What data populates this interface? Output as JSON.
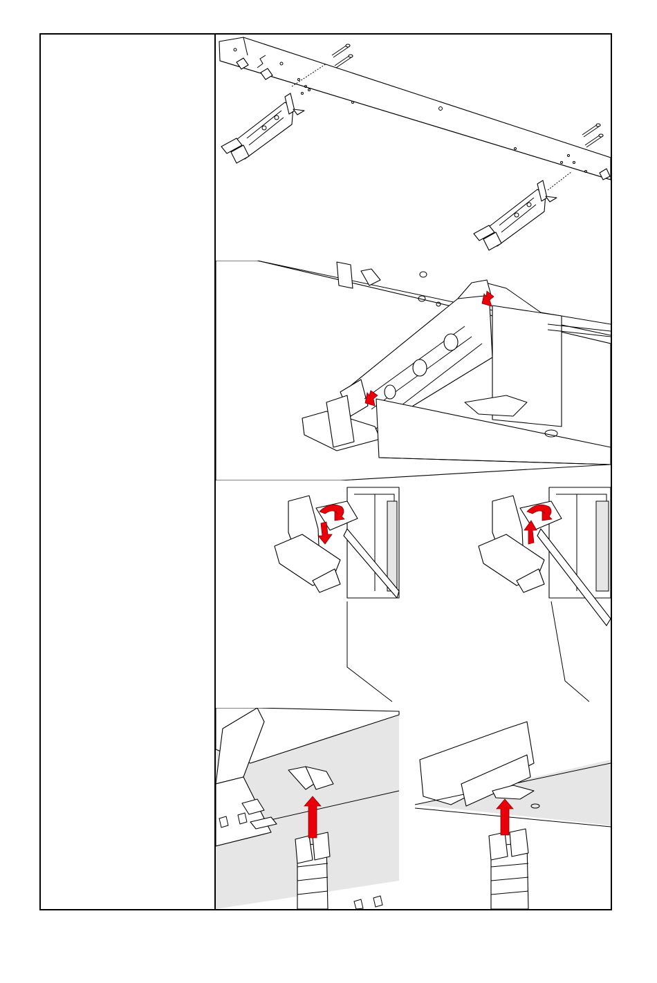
{
  "document": {
    "left_column_text": "",
    "panels": [
      {
        "id": "panel-1",
        "content": "rail-with-two-brackets-and-screws"
      },
      {
        "id": "panel-2",
        "content": "bracket-closeup-with-arrows"
      },
      {
        "id": "panel-3",
        "content": "latch-rotation-two-views"
      },
      {
        "id": "panel-4",
        "content": "clip-insertion-two-views"
      }
    ]
  },
  "colors": {
    "arrow": "#e8000a",
    "shade": "#e6e6e6",
    "line": "#000000"
  },
  "icons": [
    "press-down-arrow-icon",
    "rotate-arrow-icon",
    "push-up-arrow-icon"
  ]
}
